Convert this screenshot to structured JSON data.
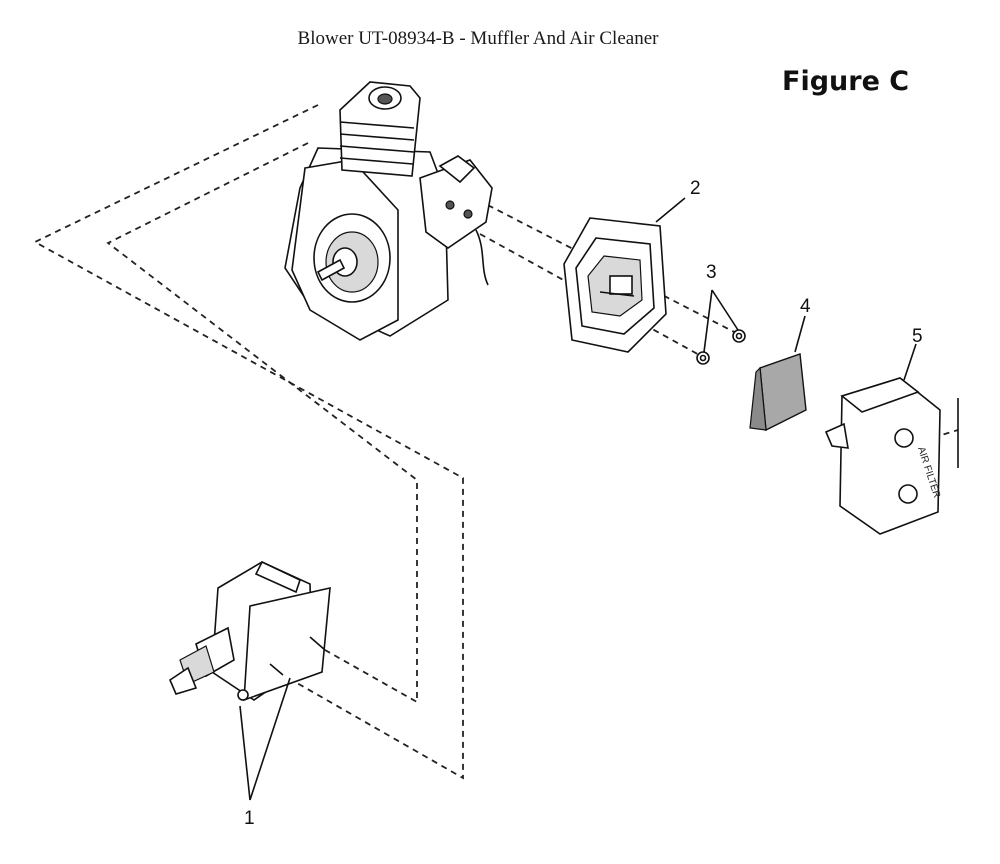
{
  "header": {
    "title": "Blower UT-08934-B  - Muffler And Air Cleaner",
    "figure_label": "Figure C"
  },
  "callouts": [
    {
      "id": "1",
      "label": "1"
    },
    {
      "id": "2",
      "label": "2"
    },
    {
      "id": "3",
      "label": "3"
    },
    {
      "id": "4",
      "label": "4"
    },
    {
      "id": "5",
      "label": "5"
    }
  ],
  "decals": {
    "air_filter_text": "AIR FILTER"
  }
}
